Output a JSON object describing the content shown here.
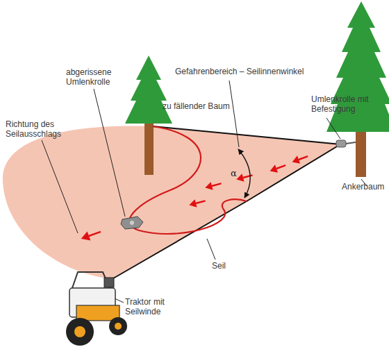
{
  "diagram": {
    "labels": [
      "Richtung des Seilausschlags",
      "abgerissene Umlenkrolle",
      "zu fällender Baum",
      "Gefahrenbereich – Seilinnenwinkel",
      "Umlenkrolle mit Befestigung",
      "α",
      "Ankerbaum",
      "Seil",
      "Traktor mit Seilwinde"
    ]
  }
}
